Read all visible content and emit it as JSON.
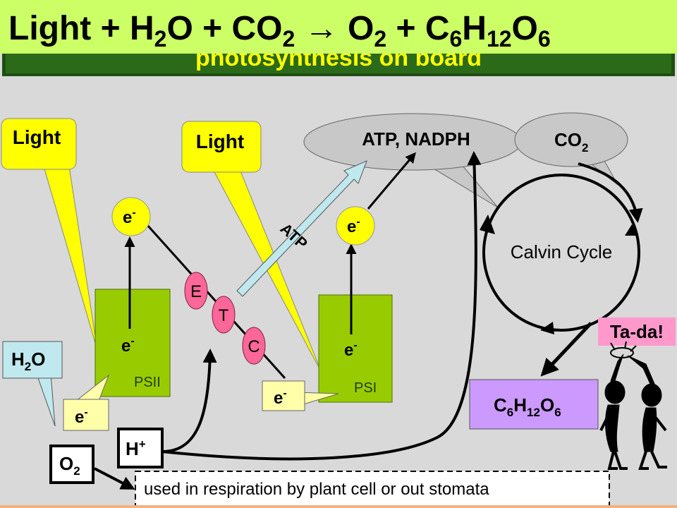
{
  "title_bar": {
    "equation_html": "Light + H<tspan font-size='32' dy='10'>2</tspan><tspan dy='-10'>O + CO</tspan><tspan font-size='32' dy='10'>2</tspan><tspan dy='-10'> → O</tspan><tspan font-size='32' dy='10'>2</tspan><tspan dy='-10'> + C</tspan><tspan font-size='32' dy='10'>6</tspan><tspan dy='-10'>H</tspan><tspan font-size='32' dy='10'>12</tspan><tspan dy='-10'>O</tspan><tspan font-size='32' dy='10'>6</tspan>",
    "subtitle": "photosynthesis on board"
  },
  "callouts": {
    "light_left": "Light",
    "light_right": "Light",
    "atp_nadph": "ATP, NADPH",
    "co2": "CO",
    "co2_sub": "2",
    "h2o": "H",
    "h2o_sub": "2",
    "h2o_tail": "O"
  },
  "electrons": {
    "label": "e",
    "sup": "-"
  },
  "photosystems": {
    "psii": "PSII",
    "psi": "PSI"
  },
  "etc": {
    "e": "E",
    "t": "T",
    "c": "C"
  },
  "atp_arrow_label": "ATP",
  "calvin_cycle": "Calvin Cycle",
  "tada": "Ta-da!",
  "glucose": {
    "c": "C",
    "c_sub": "6",
    "h": "H",
    "h_sub": "12",
    "o": "O",
    "o_sub": "6"
  },
  "oxygen": {
    "o": "O",
    "o_sub": "2"
  },
  "proton": {
    "h": "H",
    "sup": "+"
  },
  "respiration_note": "used in respiration by plant cell or out stomata",
  "colors": {
    "title_bg": "#ccff66",
    "dark_green": "#1f4e12",
    "light_green": "#99cc00",
    "yellow": "#ffff00",
    "pale_yellow": "#ffffaa",
    "pink": "#ff99cc",
    "etc_pink": "#ff6699",
    "purple": "#cc99ff",
    "light_blue": "#bfe9ee",
    "gray_bubble": "#c8c8c8"
  }
}
